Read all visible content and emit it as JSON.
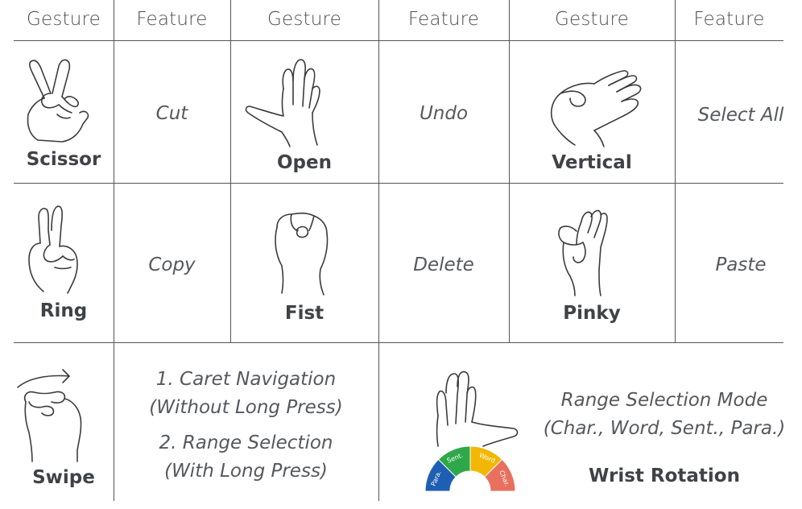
{
  "headers": [
    "Gesture",
    "Feature",
    "Gesture",
    "Feature",
    "Gesture",
    "Feature"
  ],
  "rows": [
    {
      "cells": [
        {
          "gesture": "Scissor",
          "icon": "scissor-hand-icon",
          "feature": "Cut"
        },
        {
          "gesture": "Open",
          "icon": "open-hand-icon",
          "feature": "Undo"
        },
        {
          "gesture": "Vertical",
          "icon": "vertical-hand-icon",
          "feature": "Select All"
        }
      ]
    },
    {
      "cells": [
        {
          "gesture": "Ring",
          "icon": "ring-hand-icon",
          "feature": "Copy"
        },
        {
          "gesture": "Fist",
          "icon": "fist-hand-icon",
          "feature": "Delete"
        },
        {
          "gesture": "Pinky",
          "icon": "pinky-hand-icon",
          "feature": "Paste"
        }
      ]
    }
  ],
  "swipe": {
    "gesture": "Swipe",
    "icon": "swipe-hand-icon",
    "features": [
      "1. Caret Navigation",
      "(Without Long Press)",
      "2. Range Selection",
      "(With Long Press)"
    ]
  },
  "wrist": {
    "gesture": "Wrist Rotation",
    "icon": "wrist-rotation-hand-icon",
    "features": [
      "Range Selection Mode",
      "(Char., Word, Sent., Para.)"
    ],
    "dial_segments": [
      {
        "label": "Para.",
        "color": "#1f5fb3"
      },
      {
        "label": "Sent.",
        "color": "#2fa84a"
      },
      {
        "label": "Word",
        "color": "#f2b705"
      },
      {
        "label": "Char.",
        "color": "#e8705f"
      }
    ]
  }
}
